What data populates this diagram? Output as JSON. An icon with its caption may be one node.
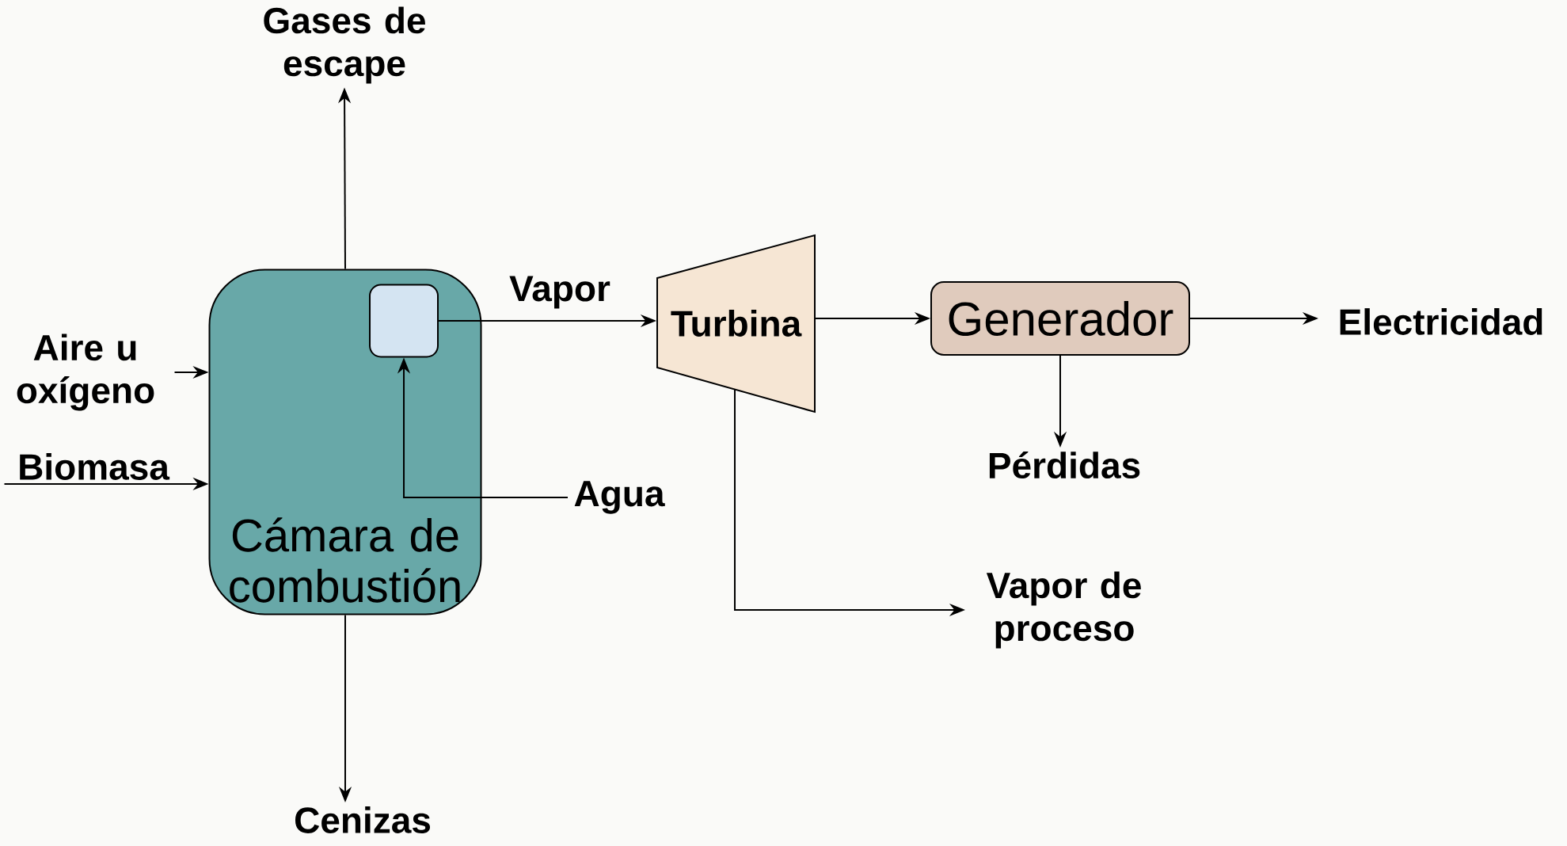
{
  "diagram": {
    "nodes": [
      {
        "text": [
          "Gases de escape"
        ]
      },
      {
        "text": [
          "Aire u oxígeno"
        ]
      },
      {
        "text": [
          "Biomasa"
        ]
      },
      {
        "text": [
          "Cámara de combustión"
        ]
      },
      {
        "text": [],
        "shape": "cylinder",
        "in": 3
      },
      {
        "text": [
          "Agua"
        ]
      },
      {
        "text": [
          "Turbina"
        ]
      },
      {
        "text": [
          "Generador"
        ]
      },
      {
        "text": [
          "Electricidad"
        ]
      },
      {
        "text": [
          "Pérdidas"
        ]
      },
      {
        "text": [
          "Vapor de proceso"
        ]
      },
      {
        "text": [
          "Cenizas"
        ]
      }
    ],
    "edges": [
      {
        "from": 3,
        "to": 0,
        "arrow": "to"
      },
      {
        "from": 1,
        "to": 3,
        "arrow": "to"
      },
      {
        "from": 2,
        "to": 3,
        "arrow": "to"
      },
      {
        "from": 5,
        "to": 4,
        "arrow": "to"
      },
      {
        "from": 4,
        "to": 6,
        "arrow": "to",
        "label": "Vapor"
      },
      {
        "from": 6,
        "to": 7,
        "arrow": "to"
      },
      {
        "from": 7,
        "to": 8,
        "arrow": "to"
      },
      {
        "from": 7,
        "to": 9,
        "arrow": "to"
      },
      {
        "from": 6,
        "to": 10,
        "arrow": "to"
      },
      {
        "from": 3,
        "to": 11,
        "arrow": "to"
      }
    ]
  }
}
